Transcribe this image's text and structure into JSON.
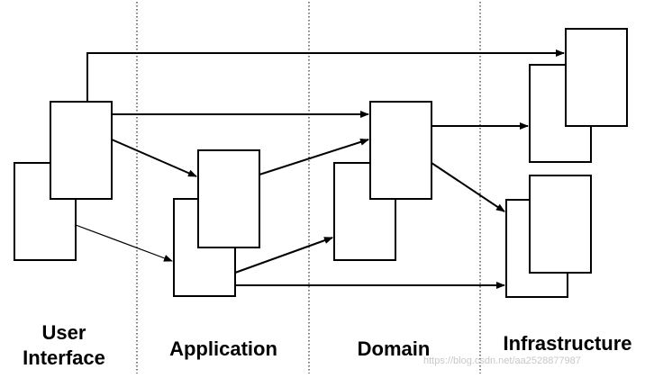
{
  "layers": [
    {
      "id": "ui",
      "lines": [
        "User",
        "Interface"
      ]
    },
    {
      "id": "app",
      "lines": [
        "Application"
      ]
    },
    {
      "id": "domain",
      "lines": [
        "Domain"
      ]
    },
    {
      "id": "infra",
      "lines": [
        "Infrastructure"
      ]
    }
  ],
  "watermark": "https://blog.csdn.net/aa2528877987"
}
